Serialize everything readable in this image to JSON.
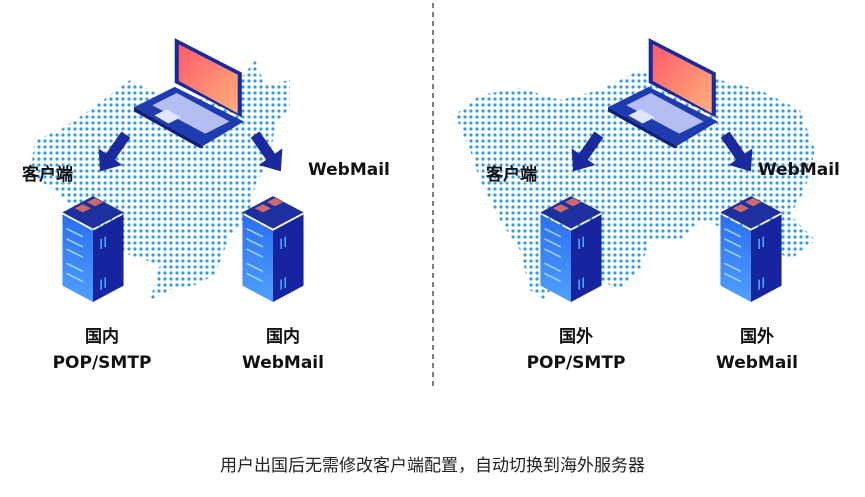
{
  "domestic": {
    "client_label": "客户端",
    "webmail_top_label": "WebMail",
    "server_left": {
      "region": "国内",
      "service": "POP/SMTP"
    },
    "server_right": {
      "region": "国内",
      "service": "WebMail"
    }
  },
  "overseas": {
    "client_label": "客户端",
    "webmail_top_label": "WebMail",
    "server_left": {
      "region": "国外",
      "service": "POP/SMTP"
    },
    "server_right": {
      "region": "国外",
      "service": "WebMail"
    }
  },
  "caption": "用户出国后无需修改客户端配置，自动切换到海外服务器",
  "colors": {
    "dots": "#2f9bf0",
    "navy": "#1a2a9c",
    "screen_start": "#ff5a6a",
    "screen_end": "#ffb07a",
    "server_light": "#3d8cff"
  }
}
